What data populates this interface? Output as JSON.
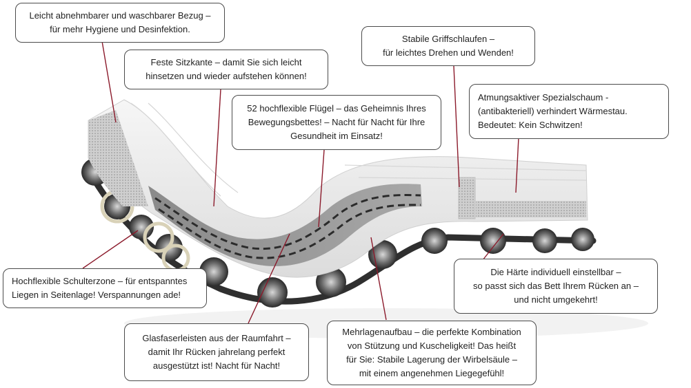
{
  "accent_color": "#8b1a2b",
  "callouts": {
    "cover": {
      "lines": [
        "Leicht abnehmbarer und waschbarer Bezug –",
        "für mehr Hygiene und Desinfektion."
      ]
    },
    "seat_edge": {
      "lines": [
        "Feste Sitzkante – damit Sie sich leicht",
        "hinsetzen und wieder aufstehen können!"
      ]
    },
    "wings": {
      "lines": [
        "52 hochflexible Flügel – das Geheimnis Ihres",
        "Bewegungsbettes! – Nacht für Nacht für Ihre",
        "Gesundheit im Einsatz!"
      ]
    },
    "handles": {
      "lines": [
        "Stabile Griffschlaufen –",
        "für leichtes Drehen und Wenden!"
      ]
    },
    "foam": {
      "lines": [
        "Atmungsaktiver Spezialschaum -",
        "(antibakteriell) verhindert Wärmestau.",
        "Bedeutet: Kein Schwitzen!"
      ]
    },
    "shoulder": {
      "lines": [
        "Hochflexible Schulterzone – für entspanntes",
        "Liegen in Seitenlage! Verspannungen ade!"
      ]
    },
    "hardness": {
      "lines": [
        "Die Härte individuell einstellbar –",
        "so passt sich das Bett Ihrem Rücken an –",
        "und nicht umgekehrt!"
      ]
    },
    "fiberglass": {
      "lines": [
        "Glasfaserleisten aus der Raumfahrt –",
        "damit Ihr Rücken jahrelang perfekt",
        "ausgestützt ist! Nacht für Nacht!"
      ]
    },
    "layers": {
      "lines": [
        "Mehrlagenaufbau – die perfekte Kombination",
        "von Stützung und Kuscheligkeit! Das heißt",
        "für Sie: Stabile Lagerung der Wirbelsäule –",
        "mit einem angenehmen Liegegefühl!"
      ]
    }
  }
}
